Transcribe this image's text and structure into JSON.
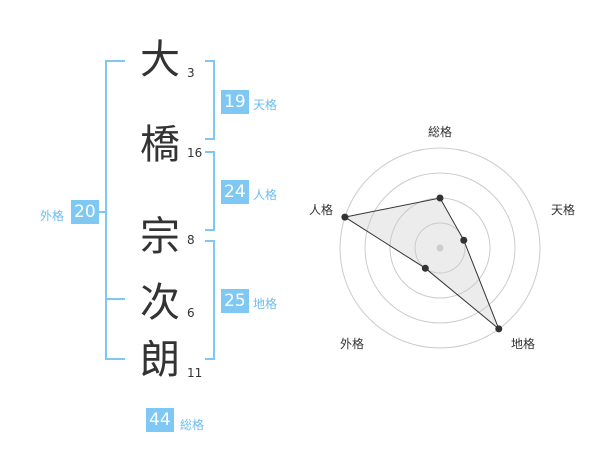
{
  "name": {
    "chars": [
      {
        "char": "大",
        "strokes": "3"
      },
      {
        "char": "橋",
        "strokes": "16"
      },
      {
        "char": "宗",
        "strokes": "8"
      },
      {
        "char": "次",
        "strokes": "6"
      },
      {
        "char": "朗",
        "strokes": "11"
      }
    ]
  },
  "kakusu": {
    "tenkaku": {
      "value": "19",
      "label": "天格"
    },
    "jinkaku": {
      "value": "24",
      "label": "人格"
    },
    "chikaku": {
      "value": "25",
      "label": "地格"
    },
    "gaikaku": {
      "value": "20",
      "label": "外格"
    },
    "soukaku": {
      "value": "44",
      "label": "総格"
    }
  },
  "colors": {
    "accent": "#7ec8f3",
    "accent_text": "#6cbdf0",
    "text": "#333333"
  },
  "chart_data": {
    "type": "radar",
    "axes": [
      "総格",
      "天格",
      "地格",
      "外格",
      "人格"
    ],
    "scale_max": 4,
    "rings": 4,
    "values": [
      2,
      1,
      4,
      1,
      4
    ]
  }
}
